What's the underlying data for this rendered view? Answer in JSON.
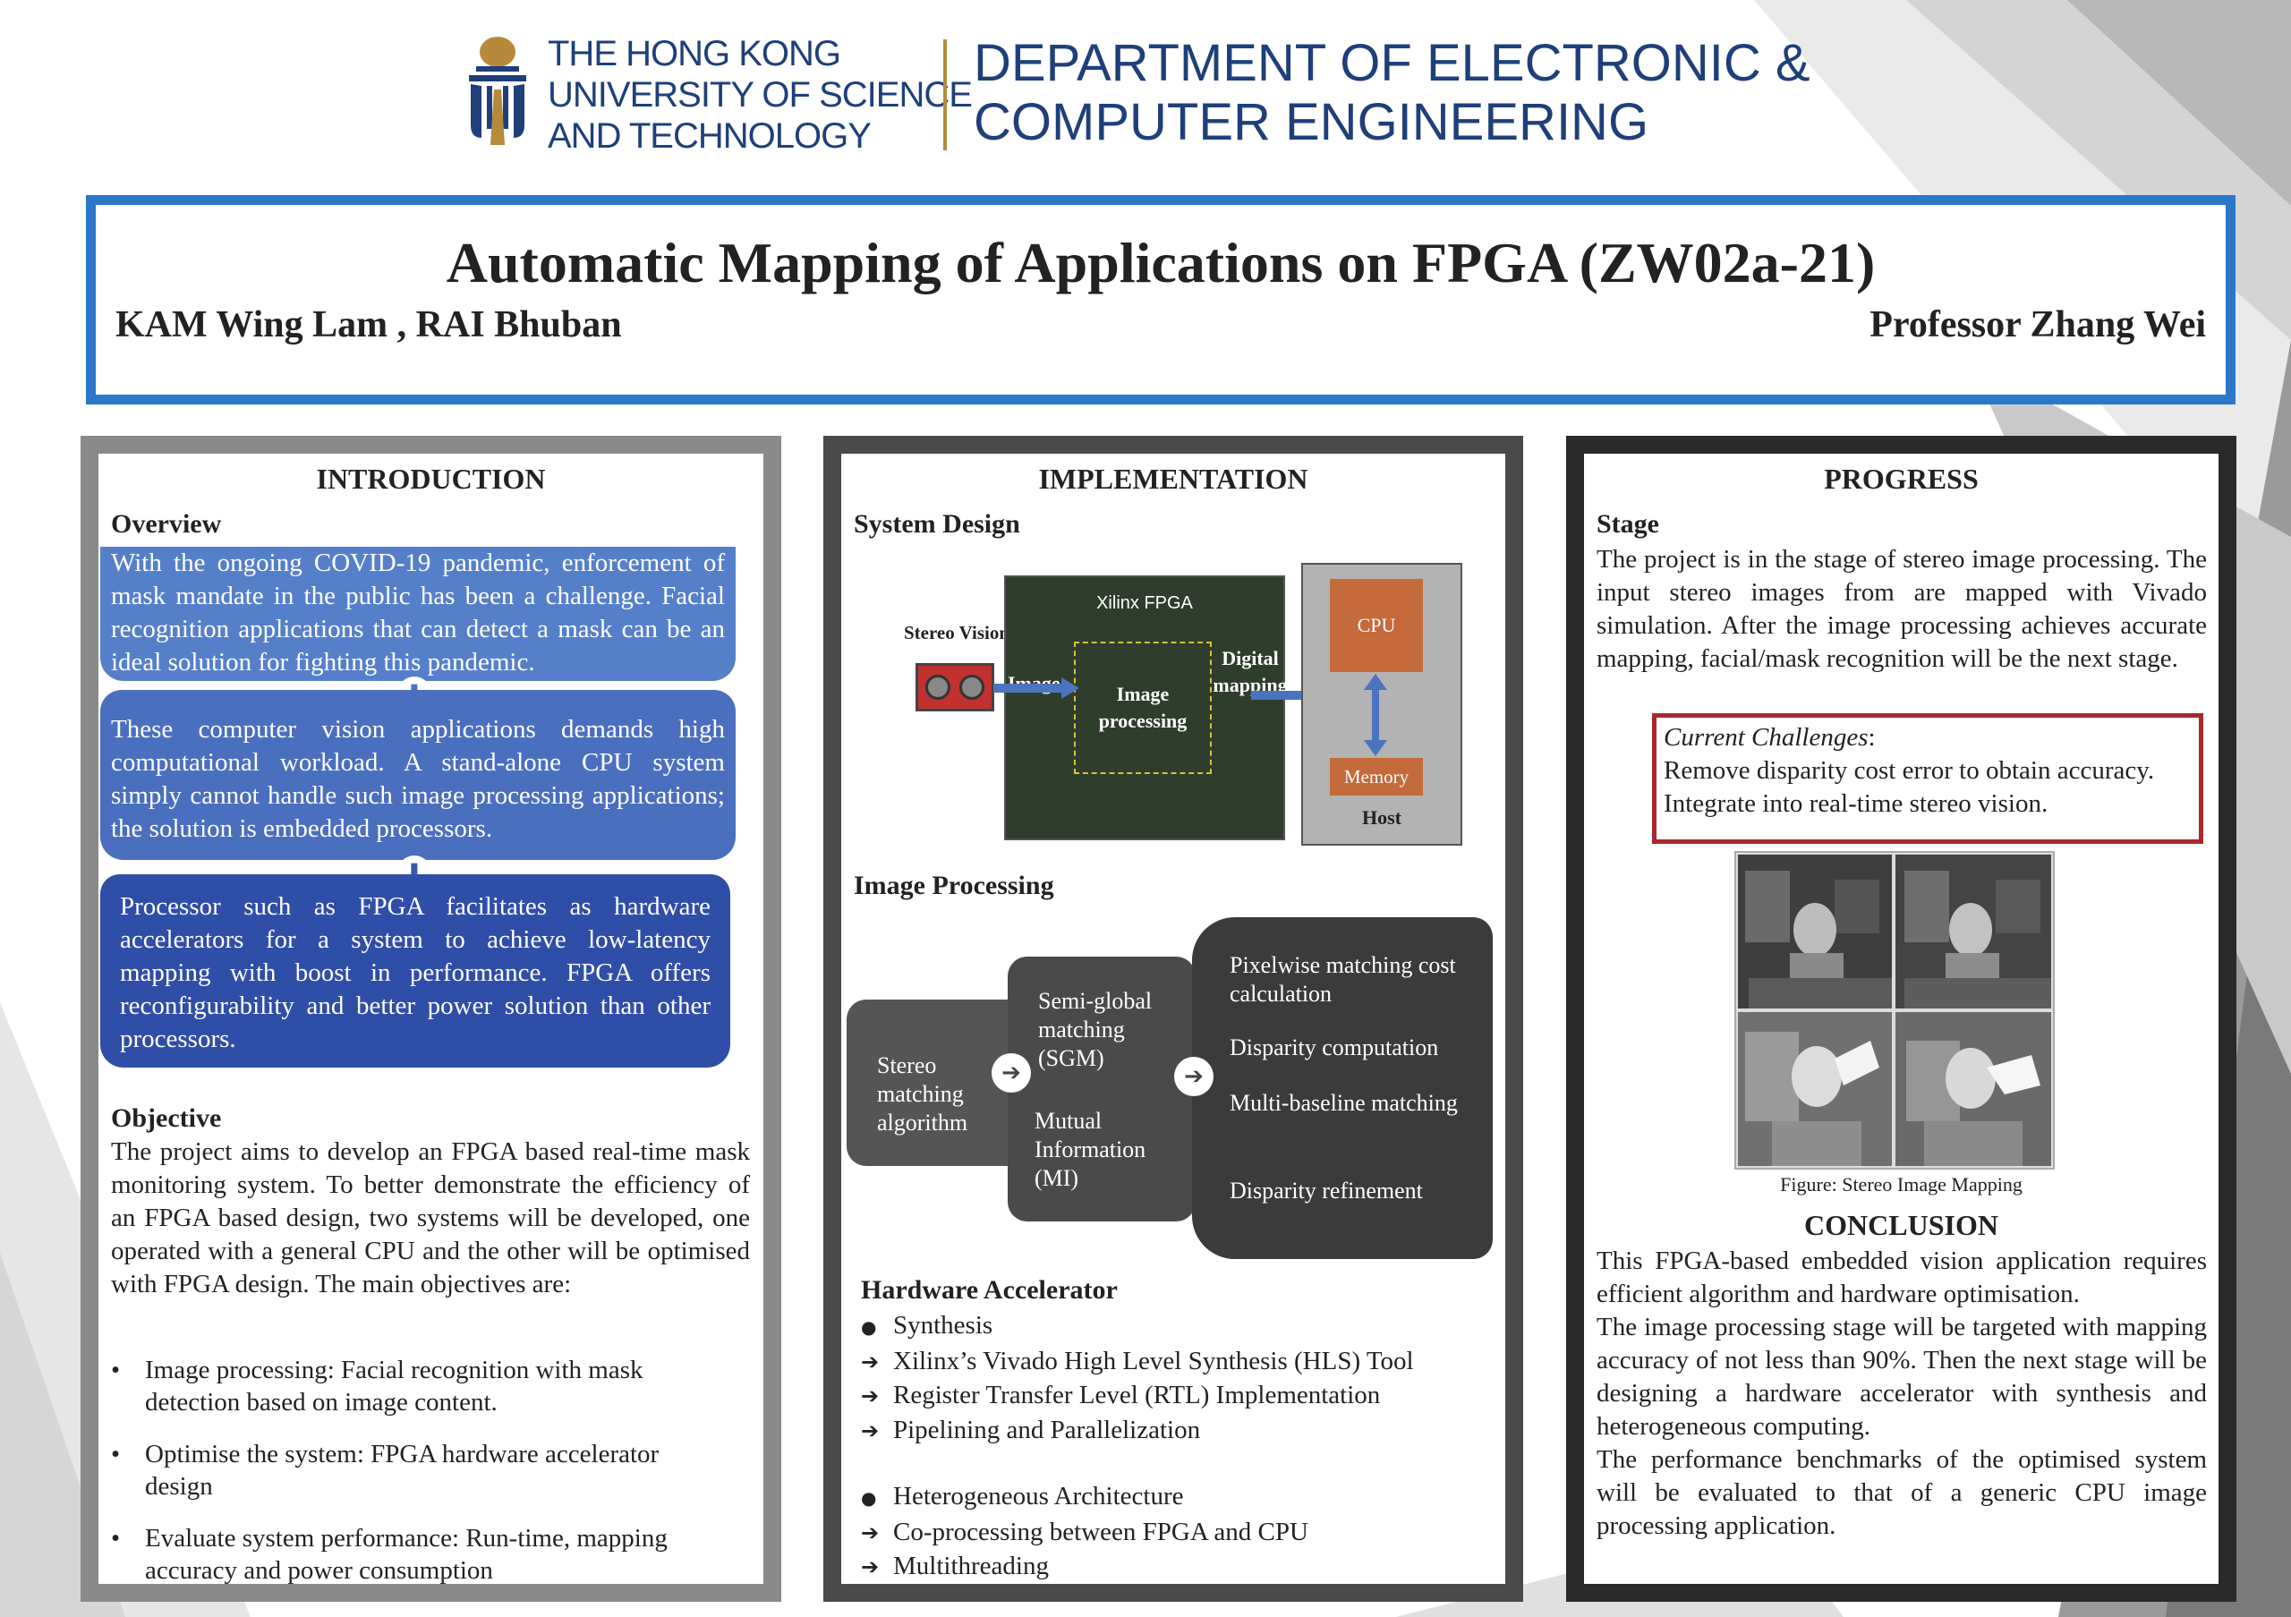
{
  "header": {
    "university_lines": [
      "THE HONG KONG",
      "UNIVERSITY OF SCIENCE",
      "AND TECHNOLOGY"
    ],
    "department_lines": [
      "DEPARTMENT OF ELECTRONIC &",
      "COMPUTER ENGINEERING"
    ],
    "logo_icon": "hkust-logo-icon",
    "brand_color": "#1f3f7a",
    "accent_color": "#2b78c9"
  },
  "title": {
    "text": "Automatic Mapping of Applications on FPGA (ZW02a-21)",
    "authors": "KAM Wing Lam , RAI Bhuban",
    "professor": "Professor Zhang Wei"
  },
  "introduction": {
    "heading": "INTRODUCTION",
    "overview_heading": "Overview",
    "overview_boxes": [
      "With the ongoing COVID-19 pandemic, enforcement of mask mandate in the public has been a challenge. Facial recognition applications that can detect a mask can be an ideal solution for fighting this pandemic.",
      "These computer vision applications demands high computational workload. A stand-alone CPU system simply cannot handle such image processing applications; the solution is embedded processors.",
      "Processor such as FPGA facilitates as hardware accelerators for a system to achieve low-latency mapping with boost in performance. FPGA offers reconfigurability and better power solution than other processors."
    ],
    "objective_heading": "Objective",
    "objective_text": "The project aims to develop an FPGA based real-time mask monitoring system. To better demonstrate the efficiency of an FPGA based design, two systems will be developed, one operated with a general CPU and the other will be optimised with FPGA design. The main objectives are:",
    "objectives": [
      "Image processing: Facial recognition with mask detection based on image content.",
      "Optimise the system: FPGA hardware accelerator design",
      "Evaluate system performance: Run-time, mapping accuracy and power consumption"
    ]
  },
  "implementation": {
    "heading": "IMPLEMENTATION",
    "system_design_heading": "System Design",
    "diagram": {
      "stereo_vision": "Stereo Vision",
      "fpga_label": "Xilinx FPGA",
      "image_label": "Image",
      "image_processing": "Image processing",
      "digital_mapping": "Digital mapping",
      "cpu": "CPU",
      "memory": "Memory",
      "host": "Host"
    },
    "image_processing_heading": "Image Processing",
    "ip_diagram": {
      "stereo": "Stereo matching algorithm",
      "sgm": "Semi-global matching (SGM)",
      "mi": "Mutual Information (MI)",
      "steps": [
        "Pixelwise matching cost calculation",
        "Disparity computation",
        "Multi-baseline matching",
        "Disparity refinement"
      ]
    },
    "hw_heading": "Hardware Accelerator",
    "hw_items": [
      {
        "marker": "●",
        "text": "Synthesis"
      },
      {
        "marker": "➔",
        "text": "Xilinx’s Vivado High Level Synthesis (HLS) Tool"
      },
      {
        "marker": "➔",
        "text": "Register Transfer Level (RTL) Implementation"
      },
      {
        "marker": "➔",
        "text": "Pipelining and Parallelization"
      },
      {
        "marker": "●",
        "text": "Heterogeneous Architecture"
      },
      {
        "marker": "➔",
        "text": "Co-processing between FPGA and CPU"
      },
      {
        "marker": "➔",
        "text": "Multithreading"
      }
    ]
  },
  "progress": {
    "heading": "PROGRESS",
    "stage_heading": "Stage",
    "stage_text": "The project is in the stage of stereo image processing. The input stereo images from are mapped with Vivado simulation. After the image processing achieves accurate mapping, facial/mask recognition will be the next stage.",
    "challenges_label": "Current Challenges",
    "challenges": [
      "Remove disparity cost error to obtain accuracy.",
      "Integrate into real-time stereo vision."
    ],
    "figure_caption": "Figure: Stereo Image Mapping",
    "conclusion_heading": "CONCLUSION",
    "conclusion_paragraphs": [
      "This FPGA-based embedded vision application requires efficient algorithm and hardware optimisation.",
      "The image processing stage will be targeted with mapping accuracy of not less than 90%. Then the next stage will be designing a hardware accelerator with synthesis and heterogeneous computing.",
      "The performance benchmarks of the optimised system will be evaluated to that of a generic CPU image processing application."
    ]
  }
}
